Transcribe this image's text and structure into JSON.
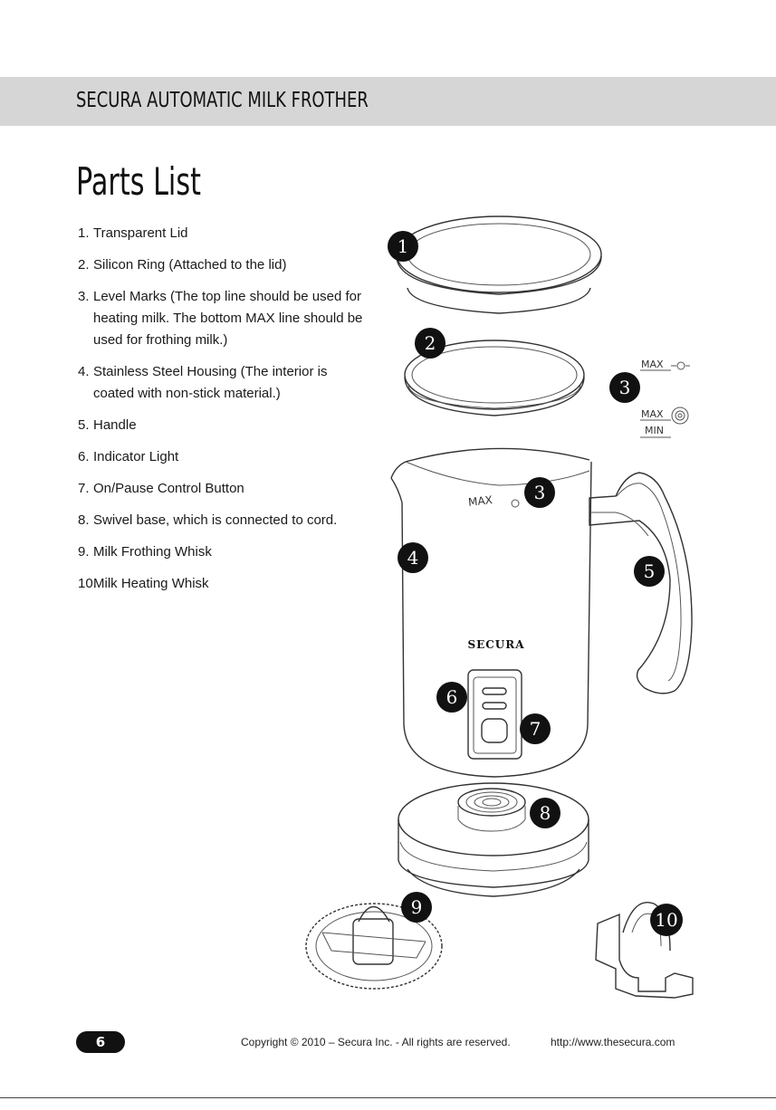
{
  "header": {
    "title": "SECURA AUTOMATIC MILK FROTHER"
  },
  "section": {
    "title": "Parts List"
  },
  "parts": [
    {
      "num": "1.",
      "text": "Transparent Lid"
    },
    {
      "num": "2.",
      "text": "Silicon Ring (Attached to the lid)"
    },
    {
      "num": "3.",
      "text": "Level Marks (The top line should be used for heating milk. The bottom MAX line should be used for frothing milk.)"
    },
    {
      "num": "4.",
      "text": "Stainless Steel Housing (The interior is coated with non-stick material.)"
    },
    {
      "num": "5.",
      "text": "Handle"
    },
    {
      "num": "6.",
      "text": "Indicator Light"
    },
    {
      "num": "7.",
      "text": "On/Pause Control Button"
    },
    {
      "num": "8.",
      "text": "Swivel base, which is connected to cord."
    },
    {
      "num": "9.",
      "text": "Milk Frothing Whisk"
    },
    {
      "num": "10.",
      "text": "Milk Heating Whisk"
    }
  ],
  "diagram": {
    "brand_label": "SECURA",
    "level_marks": {
      "max": "MAX",
      "min": "MIN"
    },
    "callouts": [
      "1",
      "2",
      "3",
      "3",
      "4",
      "5",
      "6",
      "7",
      "8",
      "9",
      "10"
    ]
  },
  "footer": {
    "page_number": "6",
    "copyright": "Copyright © 2010 – Secura Inc. - All rights are reserved.",
    "url": "http://www.thesecura.com"
  }
}
